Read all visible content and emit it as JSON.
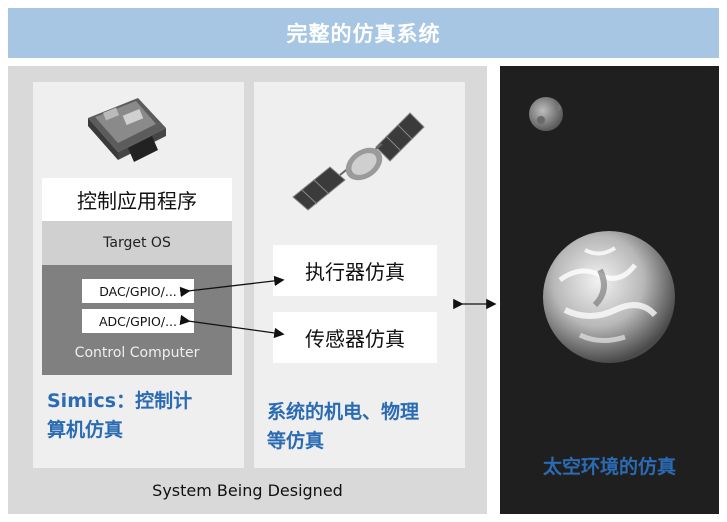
{
  "title": "完整的仿真系统",
  "left": {
    "app_label": "控制应用程序",
    "os_label": "Target OS",
    "port1": "DAC/GPIO/...",
    "port2": "ADC/GPIO/...",
    "cc_label": "Control Computer",
    "caption_line1": "Simics：控制计",
    "caption_line2": "算机仿真"
  },
  "middle": {
    "actuator": "执行器仿真",
    "sensor": "传感器仿真",
    "caption_line1": "系统的机电、物理",
    "caption_line2": "等仿真"
  },
  "space": {
    "caption": "太空环境的仿真"
  },
  "bottom_label": "System Being Designed",
  "colors": {
    "title_bg": "#a6c6e3",
    "accent_blue": "#2a6bb4",
    "space_bg": "#1f1f1f"
  }
}
